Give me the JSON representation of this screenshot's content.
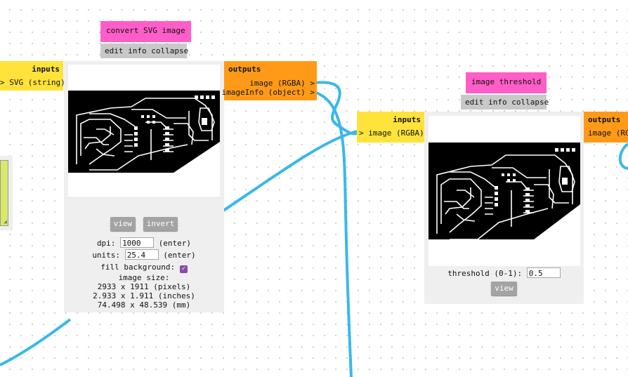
{
  "colors": {
    "wire": "#3ab8ea",
    "title": "#ff5ec8",
    "inputs": "#ffe33a",
    "outputs": "#ff9a18",
    "panel": "#efefef",
    "menu": "#c8c8c8"
  },
  "left_module": {
    "inputs_label": "inputs",
    "input_port": "> SVG (string)"
  },
  "convert_module": {
    "title": "convert SVG image",
    "menu": {
      "edit": "edit",
      "info": "info",
      "collapse": "collapse"
    },
    "view_button": "view",
    "invert_button": "invert",
    "dpi_label": "dpi:",
    "dpi_value": "1000",
    "dpi_hint": "(enter)",
    "units_label": "units:",
    "units_value": "25.4",
    "units_hint": "(enter)",
    "fill_label": "fill background:",
    "fill_checked": true,
    "size_label": "image size:",
    "size_pixels": "2933 x 1911 (pixels)",
    "size_inches": "2.933 x 1.911 (inches)",
    "size_mm": "74.498 x 48.539 (mm)",
    "outputs_label": "outputs",
    "output_ports": [
      "image (RGBA) >",
      "imageInfo (object) >"
    ]
  },
  "threshold_module": {
    "title": "image threshold",
    "menu": {
      "edit": "edit",
      "info": "info",
      "collapse": "collapse"
    },
    "inputs_label": "inputs",
    "input_port": "> image (RGBA)",
    "threshold_label": "threshold (0-1):",
    "threshold_value": "0.5",
    "view_button": "view",
    "outputs_label": "outputs",
    "output_port": "image (RG"
  }
}
